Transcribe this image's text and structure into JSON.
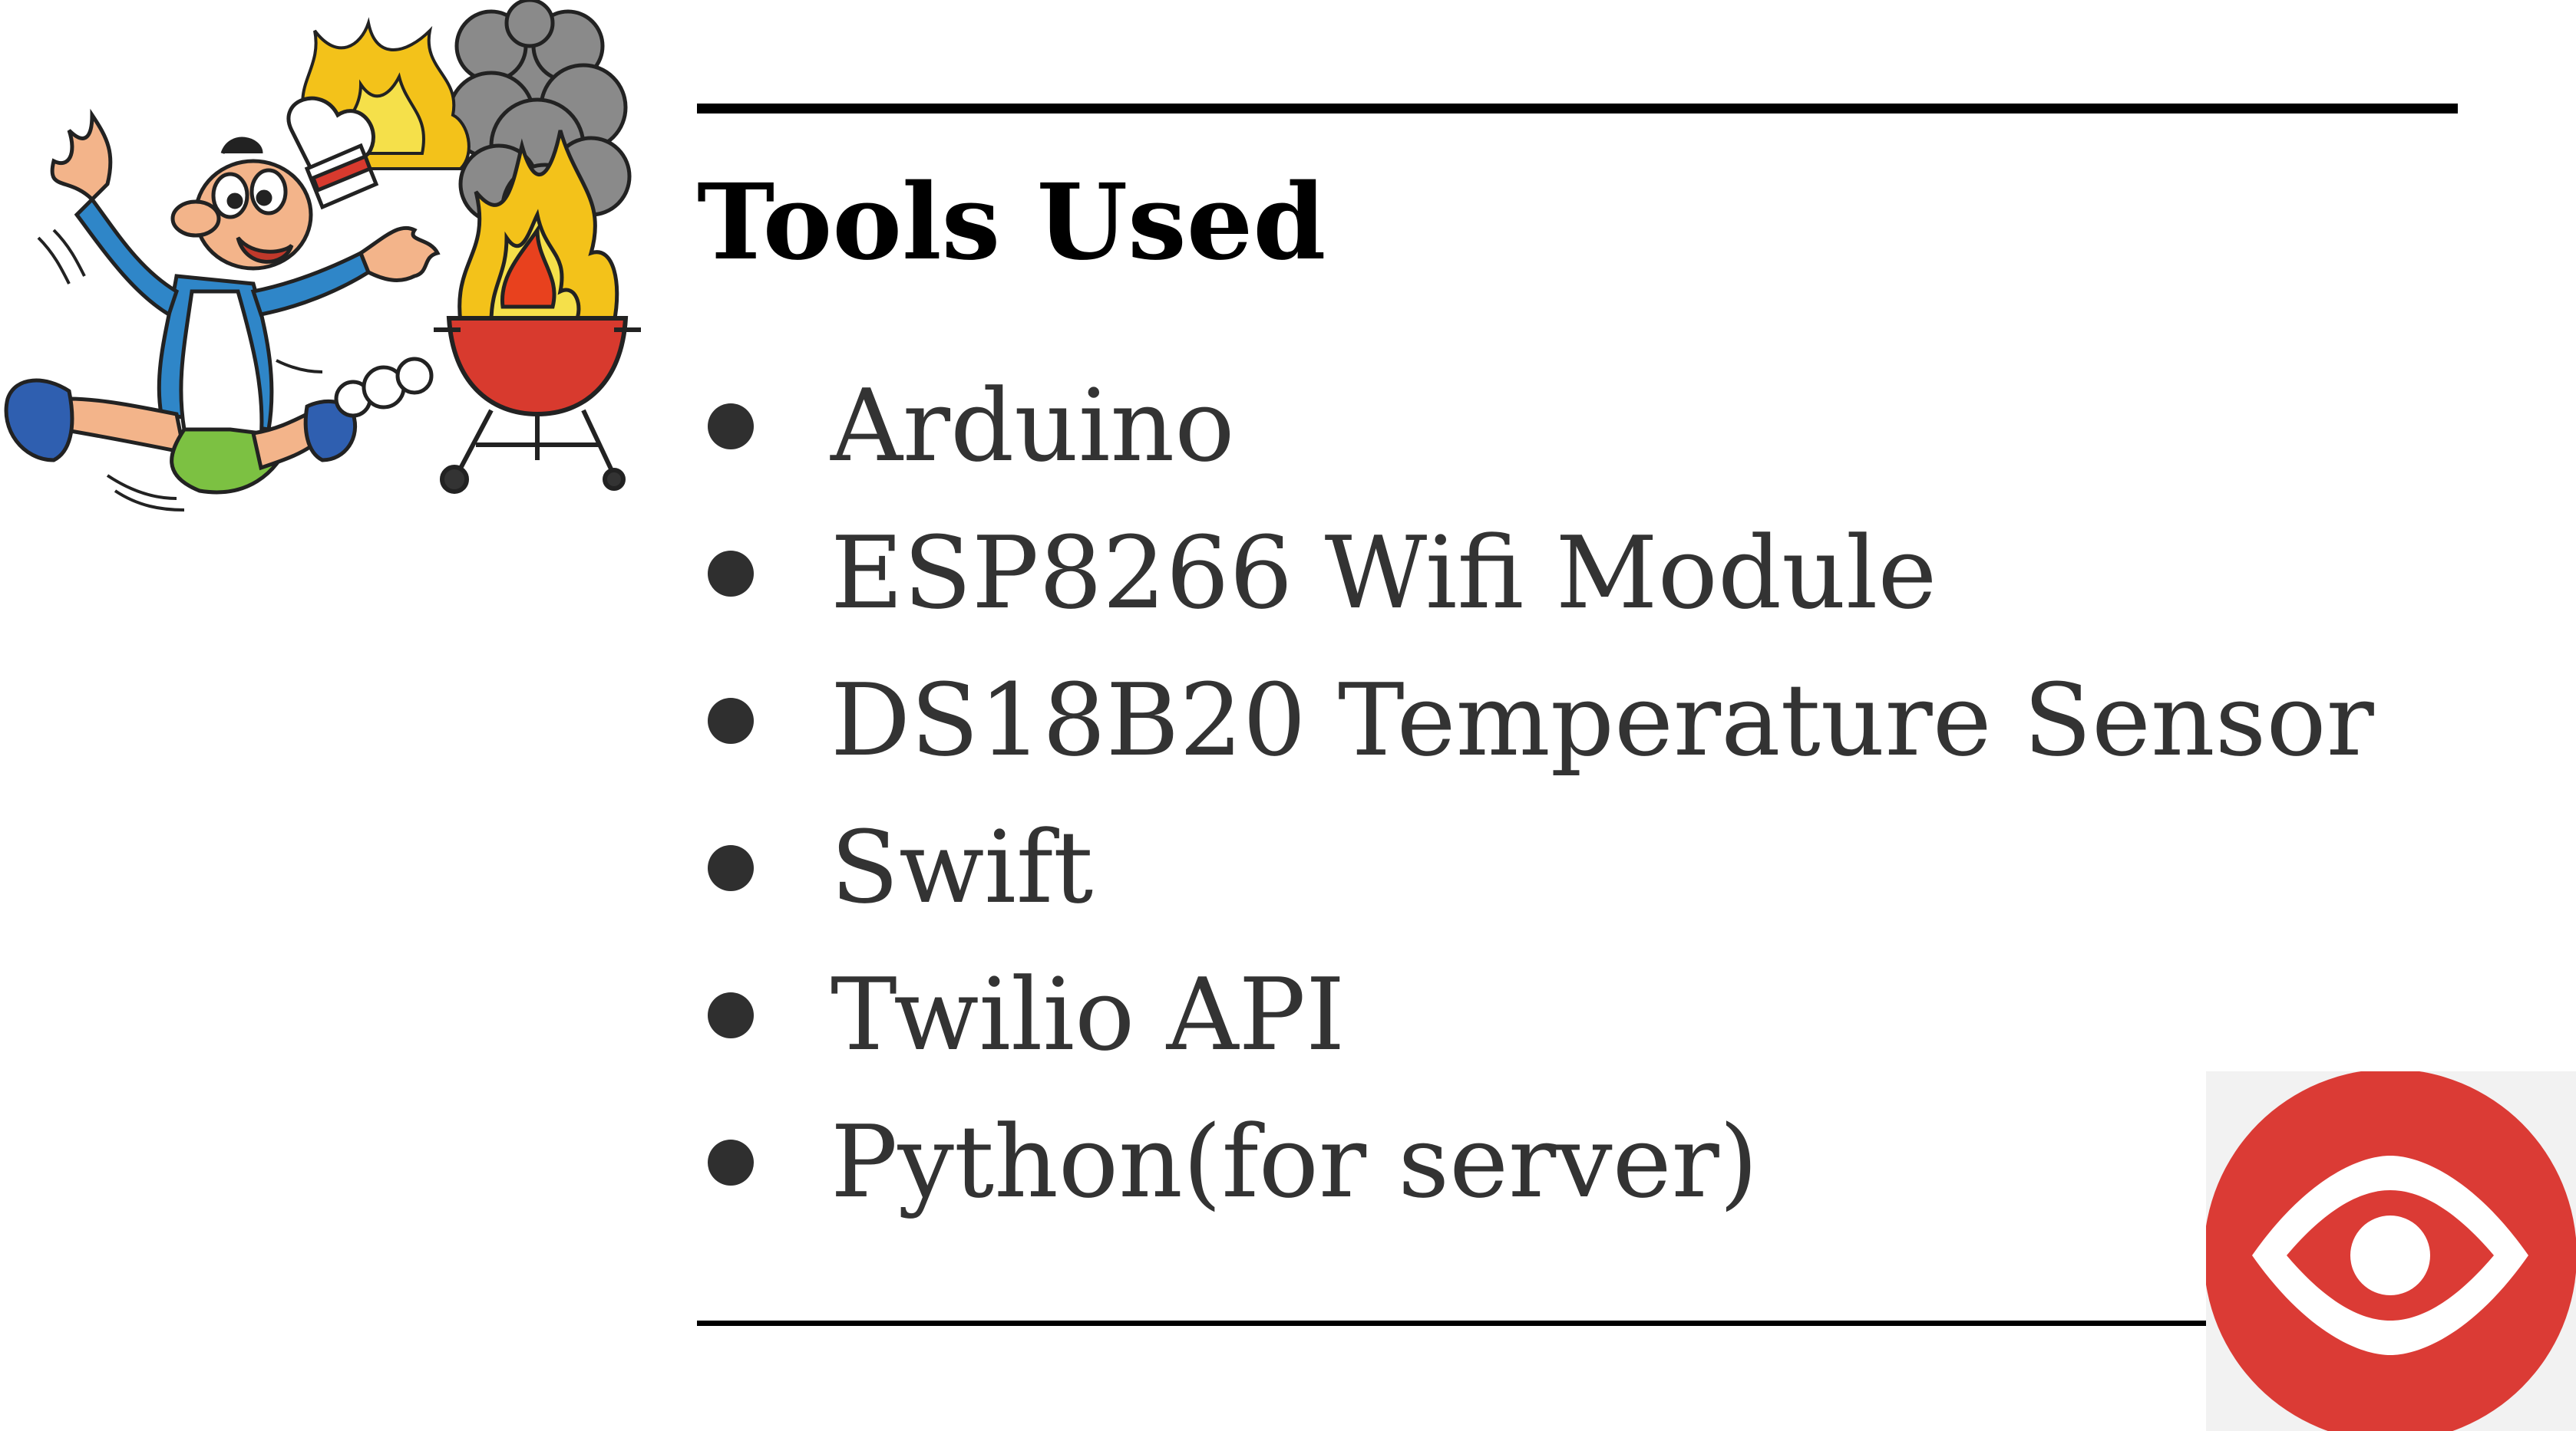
{
  "slide": {
    "title": "Tools Used",
    "items": [
      {
        "label": "Arduino"
      },
      {
        "label": "ESP8266 Wifi Module"
      },
      {
        "label": "DS18B20 Temperature Sensor"
      },
      {
        "label": "Swift"
      },
      {
        "label": "Twilio API"
      },
      {
        "label": "Python(for server)"
      }
    ]
  },
  "illustration": {
    "icon": "panicked-chef-grill-fire-icon"
  },
  "logo": {
    "icon": "eye-icon",
    "background_color": "#db3b35",
    "eye_color": "#ffffff"
  },
  "colors": {
    "text": "#333333",
    "title": "#000000",
    "rules": "#000000"
  }
}
